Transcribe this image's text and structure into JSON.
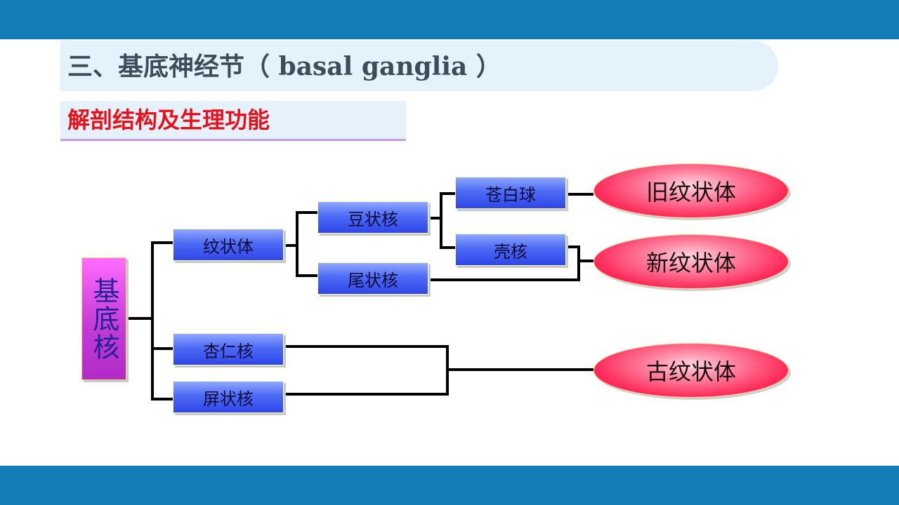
{
  "header": {
    "title": "三、基底神经节（ basal ganglia ）",
    "subtitle": "解剖结构及生理功能"
  },
  "diagram": {
    "root": "基底核",
    "nodes": {
      "striatum": "纹状体",
      "lentiform": "豆状核",
      "caudate": "尾状核",
      "globus_pallidus": "苍白球",
      "putamen": "壳核",
      "amygdala": "杏仁核",
      "claustrum": "屏状核"
    },
    "outcomes": {
      "paleostriatum": "旧纹状体",
      "neostriatum": "新纹状体",
      "archistriatum": "古纹状体"
    }
  },
  "colors": {
    "band": "#137db8",
    "title_text": "#3e4c5a",
    "subtitle_text": "#e8101a",
    "node_blue": "#3f5af0",
    "root_magenta": "#c43cd6",
    "oval_red": "#f0164c",
    "connector": "#000000"
  }
}
